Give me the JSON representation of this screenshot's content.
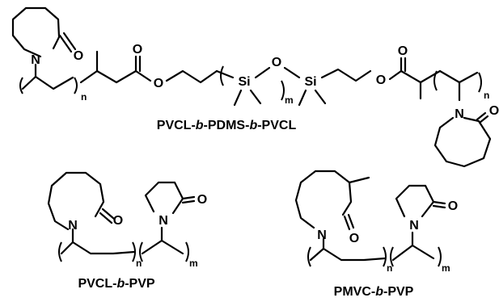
{
  "structures": [
    {
      "id": "pvcl-pdms-pvcl",
      "caption_parts": [
        "PVCL-",
        "b",
        "-PDMS-",
        "b",
        "-PVCL"
      ],
      "atoms": {
        "n1": "N",
        "o1": "O",
        "o2": "O",
        "o3": "O",
        "si1": "Si",
        "o4": "O",
        "si2": "Si",
        "o5": "O",
        "o6": "O",
        "n2": "N",
        "o7": "O"
      },
      "indices": {
        "n": "n",
        "m": "m",
        "n2": "n"
      }
    },
    {
      "id": "pvcl-pvp",
      "caption_parts": [
        "PVCL-",
        "b",
        "-PVP"
      ],
      "atoms": {
        "n1": "N",
        "o1": "O",
        "n2": "N",
        "o2": "O"
      },
      "indices": {
        "n": "n",
        "m": "m"
      }
    },
    {
      "id": "pmvc-pvp",
      "caption_parts": [
        "PMVC-",
        "b",
        "-PVP"
      ],
      "atoms": {
        "n1": "N",
        "o1": "O",
        "n2": "N",
        "o2": "O"
      },
      "indices": {
        "n": "n",
        "m": "m"
      }
    }
  ]
}
